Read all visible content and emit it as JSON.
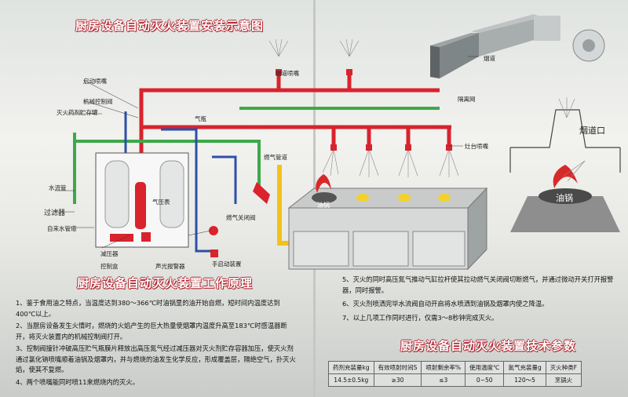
{
  "title": "厨房设备自动灭火装置安装示意图",
  "labels": {
    "flue_nozzle": "烟道喷嘴",
    "flue_duct": "烟道",
    "flue_outlet": "烟道口",
    "filter_net": "隔离网",
    "start_nozzle": "启动喷嘴",
    "mechanical_control_valve": "机械控制阀",
    "extinguisher_storage": "灭火药剂贮存罐",
    "gas_valve": "气瓶",
    "water_hose": "水流管",
    "filter": "过滤器",
    "water_inlet": "自来水管道",
    "pressure_relief_valve": "减压器",
    "pressure_gauge": "气压表",
    "control_box": "控制盒",
    "alarm": "声光报警器",
    "manual_switch": "手启动装置",
    "gas_pipe": "燃气管道",
    "gas_shutoff": "燃气关闭阀",
    "wok_nozzle": "灶台喷嘴",
    "oil_pot": "油锅",
    "oil_pot_2": "油锅"
  },
  "principle_title": "厨房设备自动灭火装置工作原理",
  "principle_left": [
    "1、鉴于食用油之特点，当温度达到380～366℃时油锅里的油开始自燃，短时间内温度达到400℃以上。",
    "2、当厨房设备发生火情时，燃烧的火焰产生的巨大热量使烟罩内温度升高至183℃时感温器断开，将灭火装置内的机械控制阀打开。",
    "3、控制阀撞针冲破高压贮气瓶膜片释放出高压氮气经过减压器对灭火剂贮存容器加压，使灭火剂通过氯化钠喷嘴顺着油锅及烟罩内，并与燃烧的油发生化学反应，形成覆盖层，隔绝空气，扑灭火焰，使其不复燃。",
    "4、两个喷嘴能同时喷11来燃烧内的灭火。"
  ],
  "principle_right": [
    "5、灭火的同时高压氮气推动气缸拉杆使其拉动燃气关闭阀切断燃气，并通过微动开关打开报警器，同时报警。",
    "6、灭火剂喷洒完毕水流阀自动开启将水喷洒到油锅及烟罩内使之降温。",
    "7、以上几项工作同时进行，仅需3～8秒钟完成灭火。"
  ],
  "params_title": "厨房设备自动灭火装置技术参数",
  "params": {
    "headers": [
      "药剂充装量kg",
      "有效喷射时间S",
      "喷射剩余率%",
      "使用温度℃",
      "氮气充装量g",
      "灭火种类F"
    ],
    "values": [
      "14.5±0.5kg",
      "≥30",
      "≤3",
      "0~50",
      "120～5",
      "烹锅火"
    ]
  },
  "colors": {
    "pipe_red": "#d9232d",
    "pipe_green": "#3ea84a",
    "pipe_blue": "#2d4fa8",
    "gas_yellow": "#f2c21a",
    "title_red": "#b0202a"
  }
}
